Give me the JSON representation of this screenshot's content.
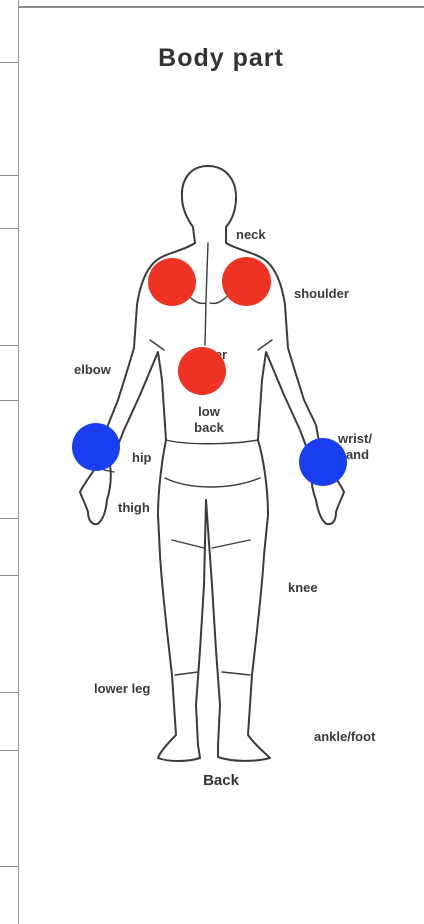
{
  "title": "Body part",
  "labels": {
    "neck": "neck",
    "shoulder": "shoulder",
    "elbow": "elbow",
    "upper_back": "upper back",
    "low_back": "low back",
    "wrist_hand": "wrist/ hand",
    "hip": "hip",
    "thigh": "thigh",
    "knee": "knee",
    "lower_leg": "lower leg",
    "ankle_foot": "ankle/foot"
  },
  "view_label": "Back",
  "markers": [
    {
      "name": "left-shoulder-marker",
      "color": "#ee3322"
    },
    {
      "name": "right-shoulder-marker",
      "color": "#ee3322"
    },
    {
      "name": "upper-back-marker",
      "color": "#ee3322"
    },
    {
      "name": "left-hand-marker",
      "color": "#1a3ff0"
    },
    {
      "name": "right-hand-marker",
      "color": "#1a3ff0"
    }
  ]
}
